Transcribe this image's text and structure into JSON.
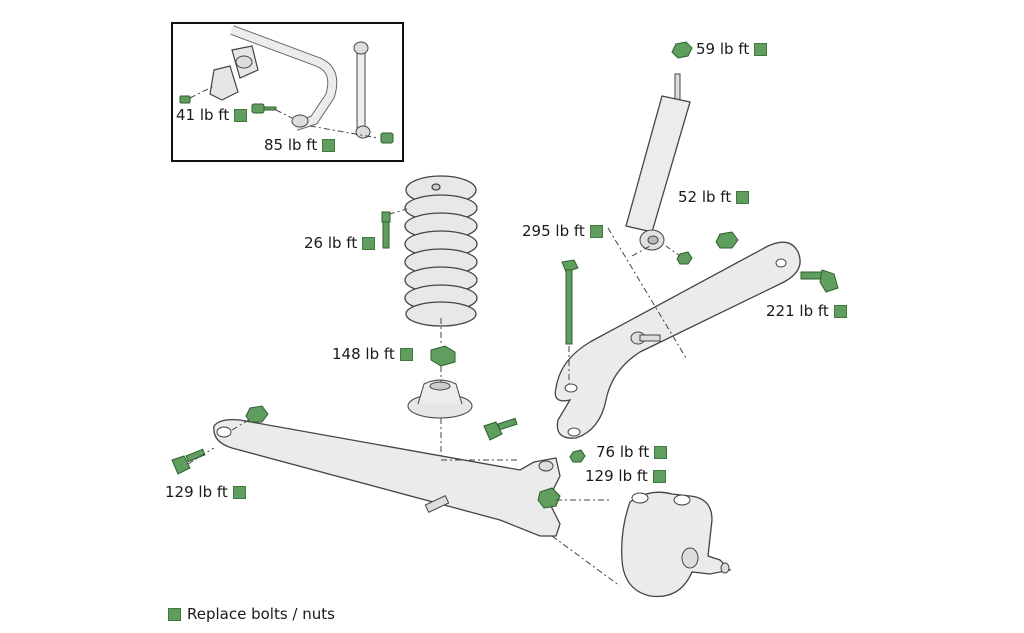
{
  "colors": {
    "green": "#5f9e5f",
    "green_dark": "#3f7a3f",
    "part_fill": "#e8e8e8",
    "outline": "#444444"
  },
  "torque_labels": [
    {
      "id": "inset-stabilizer-bolt",
      "text": "41 lb ft"
    },
    {
      "id": "inset-link-bolt",
      "text": "85 lb ft"
    },
    {
      "id": "shock-upper-nut",
      "text": "59 lb ft"
    },
    {
      "id": "shock-lower-nut",
      "text": "52 lb ft"
    },
    {
      "id": "spring-retainer-bolt",
      "text": "26 lb ft"
    },
    {
      "id": "stud-bolt",
      "text": "295 lb ft"
    },
    {
      "id": "spring-seat-nut",
      "text": "148 lb ft"
    },
    {
      "id": "radius-arm-bolt",
      "text": "221 lb ft"
    },
    {
      "id": "knuckle-nut",
      "text": "76 lb ft"
    },
    {
      "id": "ball-joint-nut",
      "text": "129 lb ft"
    },
    {
      "id": "axle-pivot-bolt",
      "text": "129 lb ft"
    }
  ],
  "legend": {
    "text": "Replace bolts / nuts",
    "icon": "green-square-icon"
  }
}
